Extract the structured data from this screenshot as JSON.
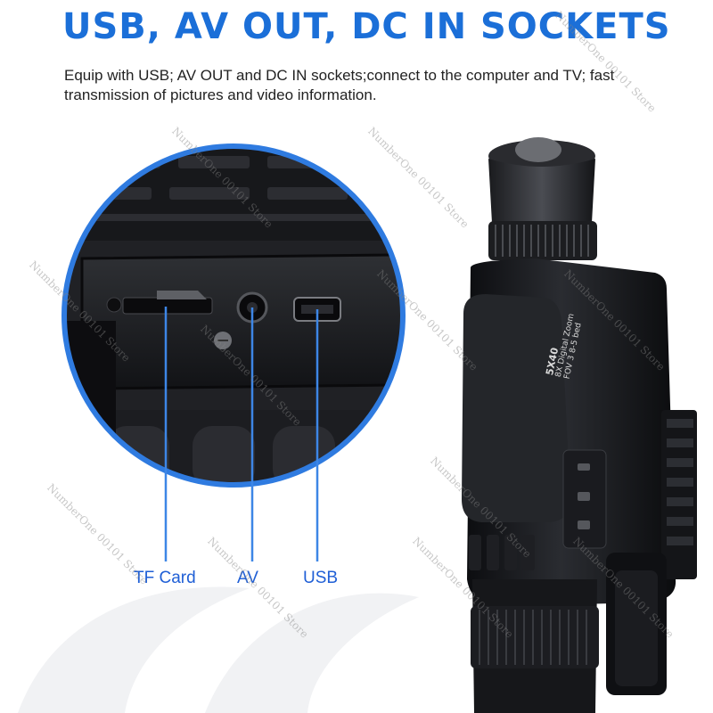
{
  "headline": "USB, AV OUT, DC IN SOCKETS",
  "description": "Equip with USB; AV OUT and DC IN sockets;connect to the computer and TV; fast transmission of pictures and video information.",
  "labels": {
    "tf_card": "TF Card",
    "av": "AV",
    "usb": "USB"
  },
  "device_markings": {
    "model": "5X40",
    "zoom": "8X Digital Zoom",
    "fov": "FOV 3 8-5 bed"
  },
  "watermark": "NumberOne 00101 Store",
  "colors": {
    "headline": "#1b6fd8",
    "label": "#1f5fd6",
    "callout_line": "#3d86e6",
    "circle_ring": "#2f7be0"
  }
}
